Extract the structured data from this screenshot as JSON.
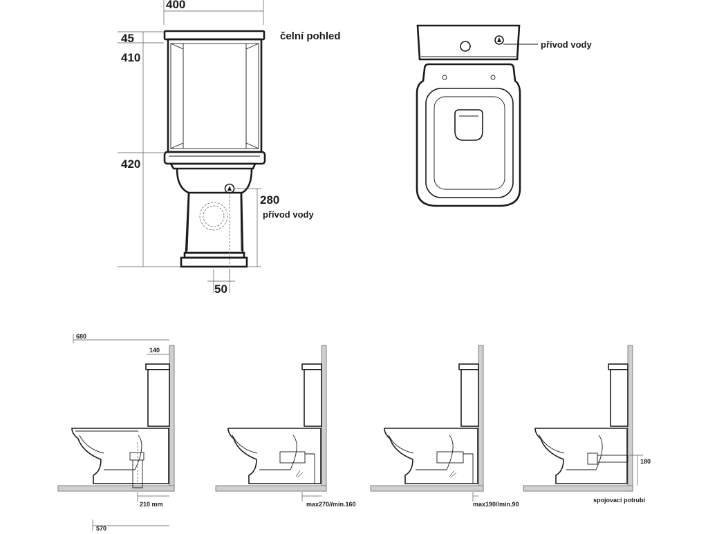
{
  "front_view": {
    "title": "čelní pohled",
    "dims": {
      "width_top": "400",
      "lid_height": "45",
      "tank_height": "410",
      "bowl_height": "420",
      "inlet_height": "280",
      "inlet_offset": "50"
    },
    "inlet_label": "přívod vody"
  },
  "top_view": {
    "inlet_label": "přívod vody"
  },
  "side_views": {
    "depth_total": "680",
    "tank_depth": "140",
    "base_depth": "570",
    "variants": [
      {
        "label": "210 mm"
      },
      {
        "label": "max270//min.160"
      },
      {
        "label": "max190//min.90"
      },
      {
        "label": "spojovací potrubí",
        "height": "180"
      }
    ]
  }
}
